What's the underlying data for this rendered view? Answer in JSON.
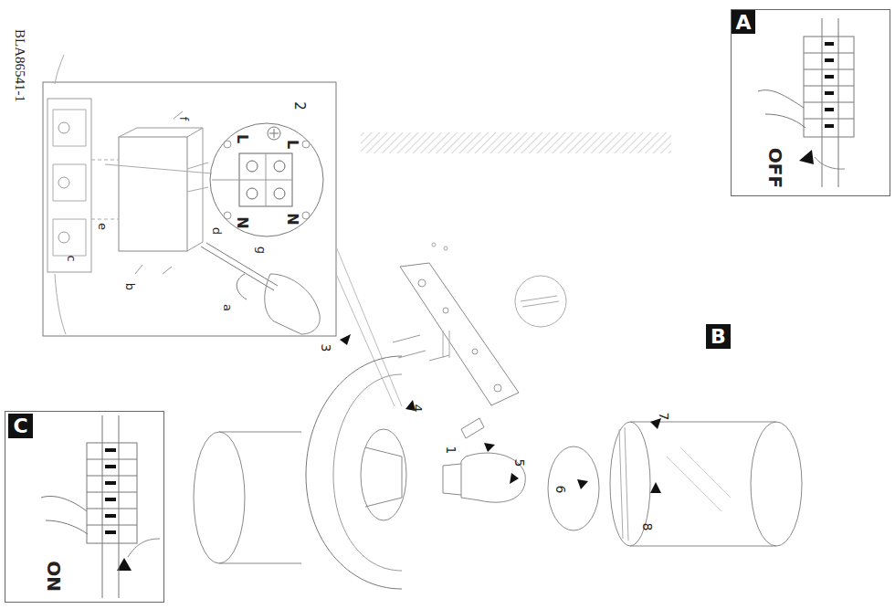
{
  "diagram": {
    "nodes": [
      {
        "text": [
          "OFF"
        ]
      },
      {
        "text": [
          "A"
        ],
        "in": 0
      },
      {
        "text": [
          "B"
        ]
      },
      {
        "text": [
          "ON"
        ]
      },
      {
        "text": [
          "C"
        ],
        "in": 3
      }
    ],
    "labels": [
      "BLA86541-1",
      "2",
      "L",
      "L",
      "N",
      "N",
      "f",
      "e",
      "d",
      "g",
      "c",
      "b",
      "a",
      "3",
      "4",
      "1",
      "5",
      "6",
      "7",
      "8"
    ]
  }
}
